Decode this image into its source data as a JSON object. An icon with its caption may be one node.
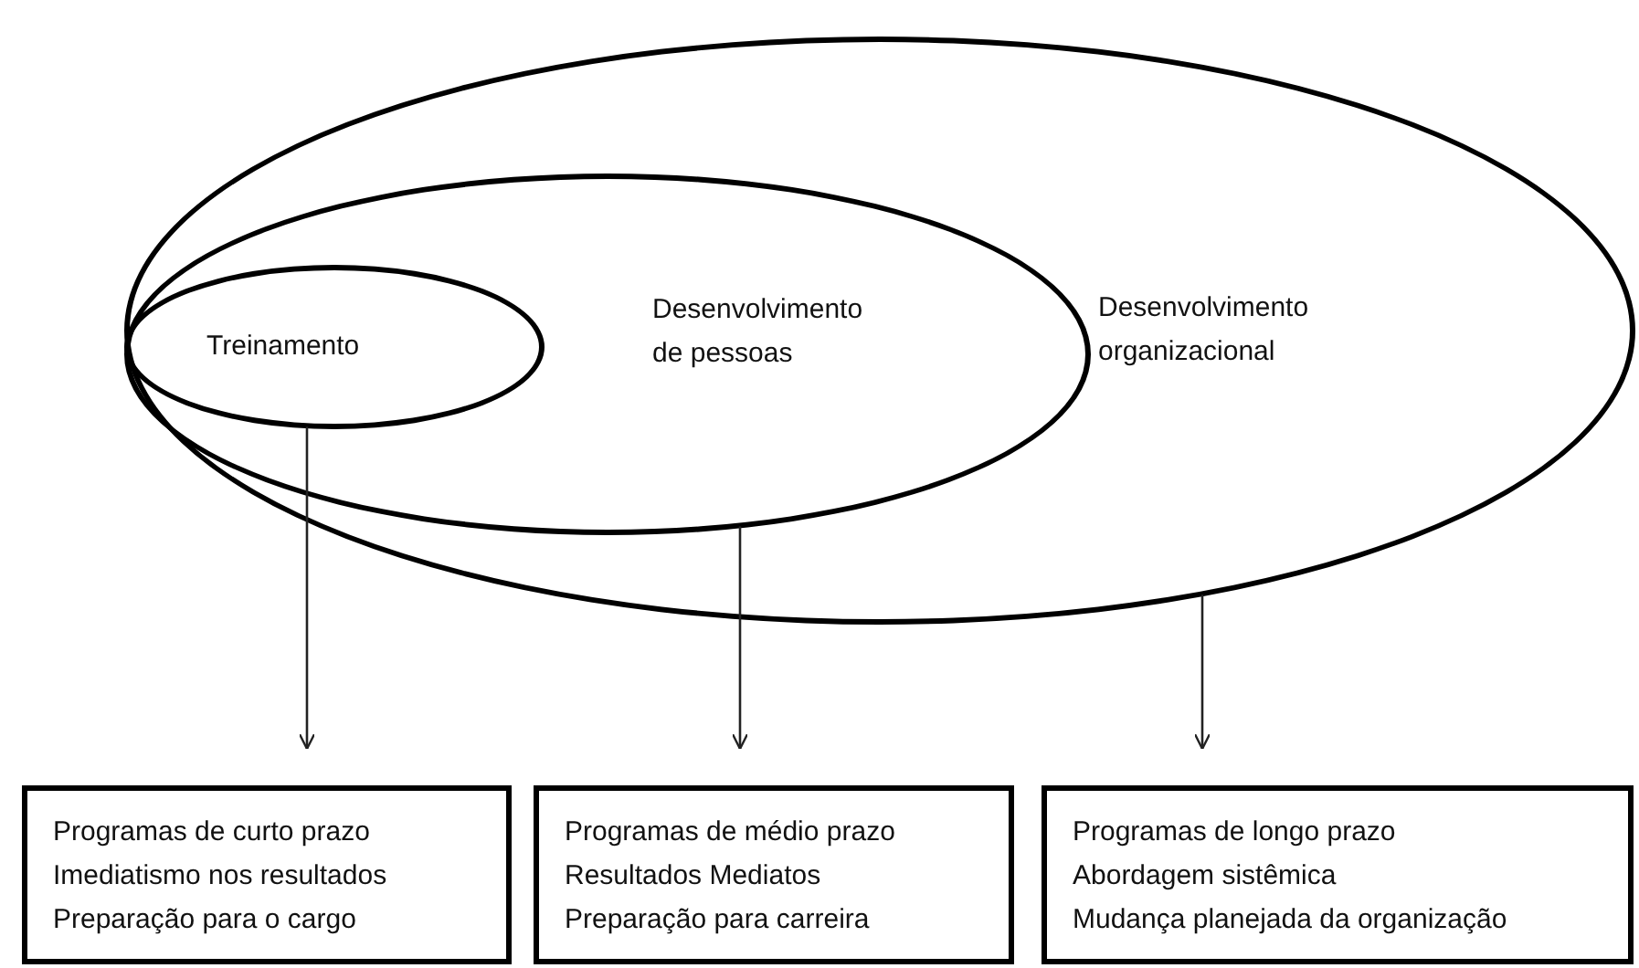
{
  "diagram": {
    "nodes": [
      {
        "text": [
          "Desenvolvimento organizacional"
        ]
      },
      {
        "text": [
          "Desenvolvimento de pessoas"
        ],
        "in": 0
      },
      {
        "text": [
          "Treinamento"
        ],
        "in": 1
      },
      {
        "text": [
          "Programas de curto prazo",
          "Imediatismo nos resultados",
          "Preparação para o cargo"
        ]
      },
      {
        "text": [
          "Programas de médio prazo",
          "Resultados Mediatos",
          "Preparação para carreira"
        ]
      },
      {
        "text": [
          "Programas de longo prazo",
          "Abordagem sistêmica",
          "Mudança planejada da organização"
        ]
      }
    ],
    "edges": [
      {
        "from": 2,
        "to": 3,
        "arrow": "to"
      },
      {
        "from": 1,
        "to": 4,
        "arrow": "to"
      },
      {
        "from": 0,
        "to": 5,
        "arrow": "to"
      }
    ]
  }
}
